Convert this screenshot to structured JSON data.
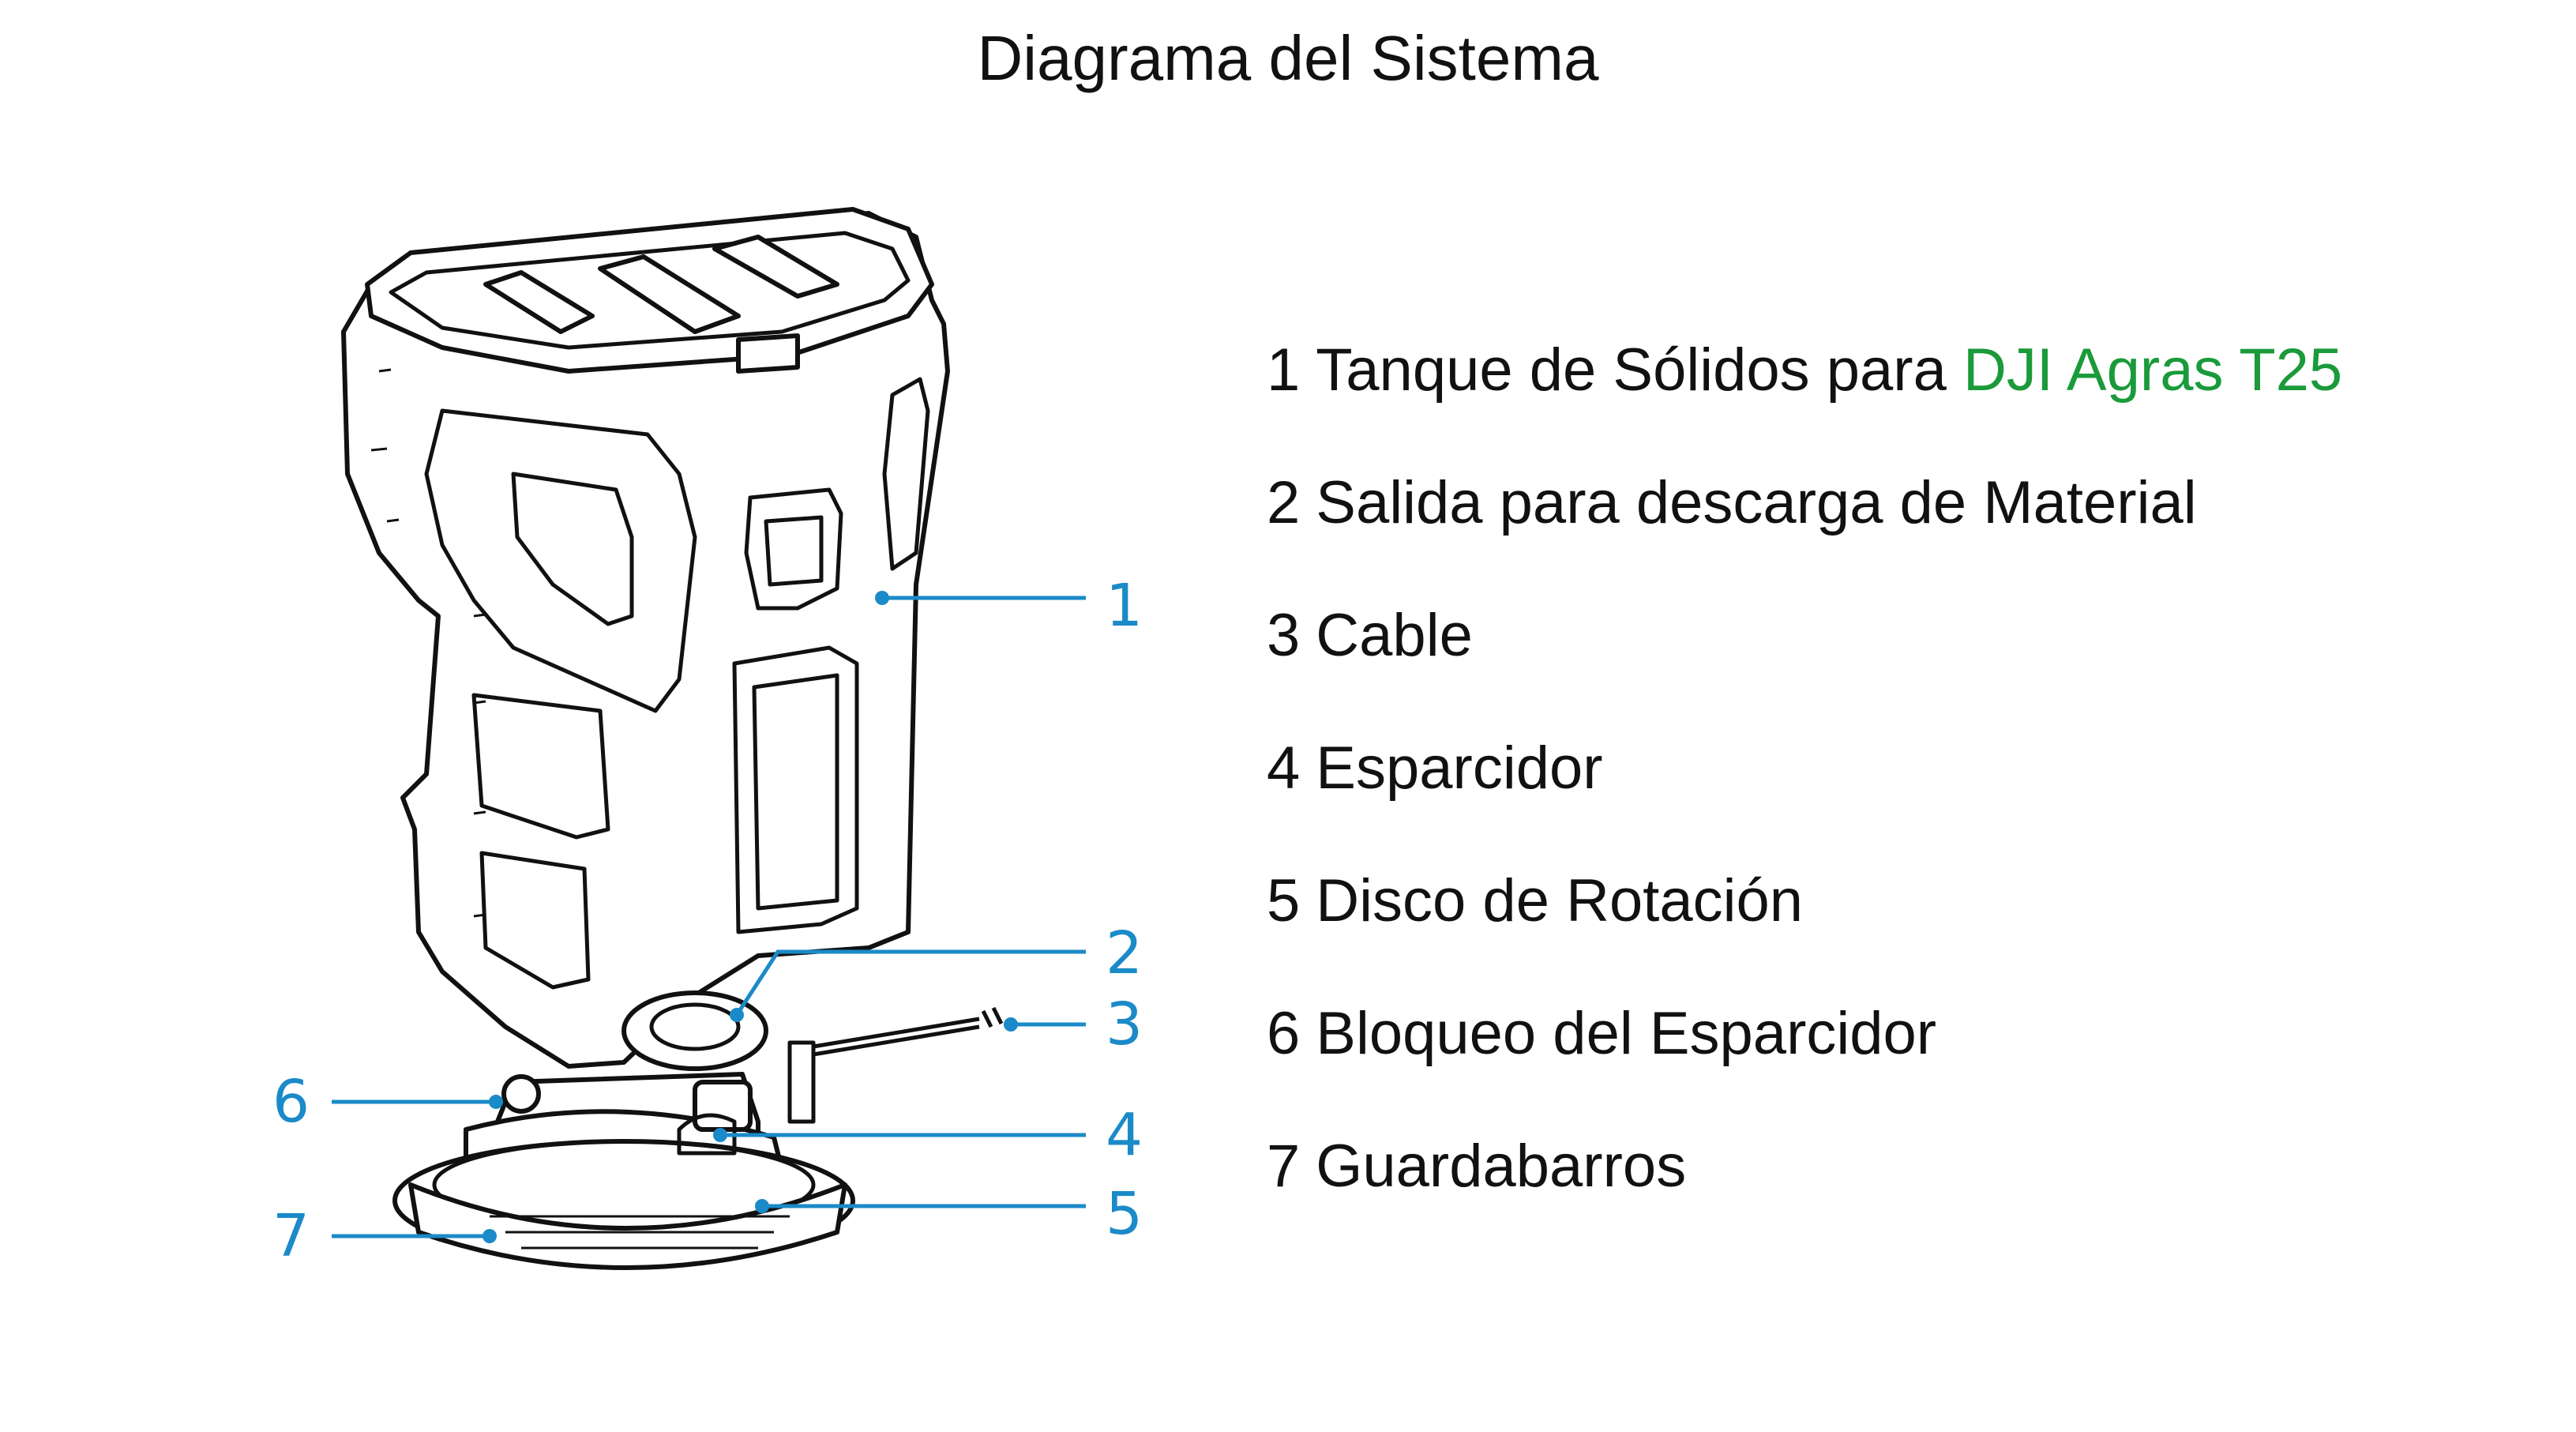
{
  "title": "Diagrama del Sistema",
  "callouts": [
    "1",
    "2",
    "3",
    "4",
    "5",
    "6",
    "7"
  ],
  "legend": [
    {
      "num": "1",
      "text": "Tanque de Sólidos para ",
      "brand": "DJI Agras T25"
    },
    {
      "num": "2",
      "text": "Salida para descarga de Material"
    },
    {
      "num": "3",
      "text": "Cable"
    },
    {
      "num": "4",
      "text": "Esparcidor"
    },
    {
      "num": "5",
      "text": "Disco de Rotación"
    },
    {
      "num": "6",
      "text": "Bloqueo del Esparcidor"
    },
    {
      "num": "7",
      "text": "Guardabarros"
    }
  ],
  "colors": {
    "callout": "#1b8ac8",
    "brand": "#1a9a3a",
    "text": "#111111"
  }
}
